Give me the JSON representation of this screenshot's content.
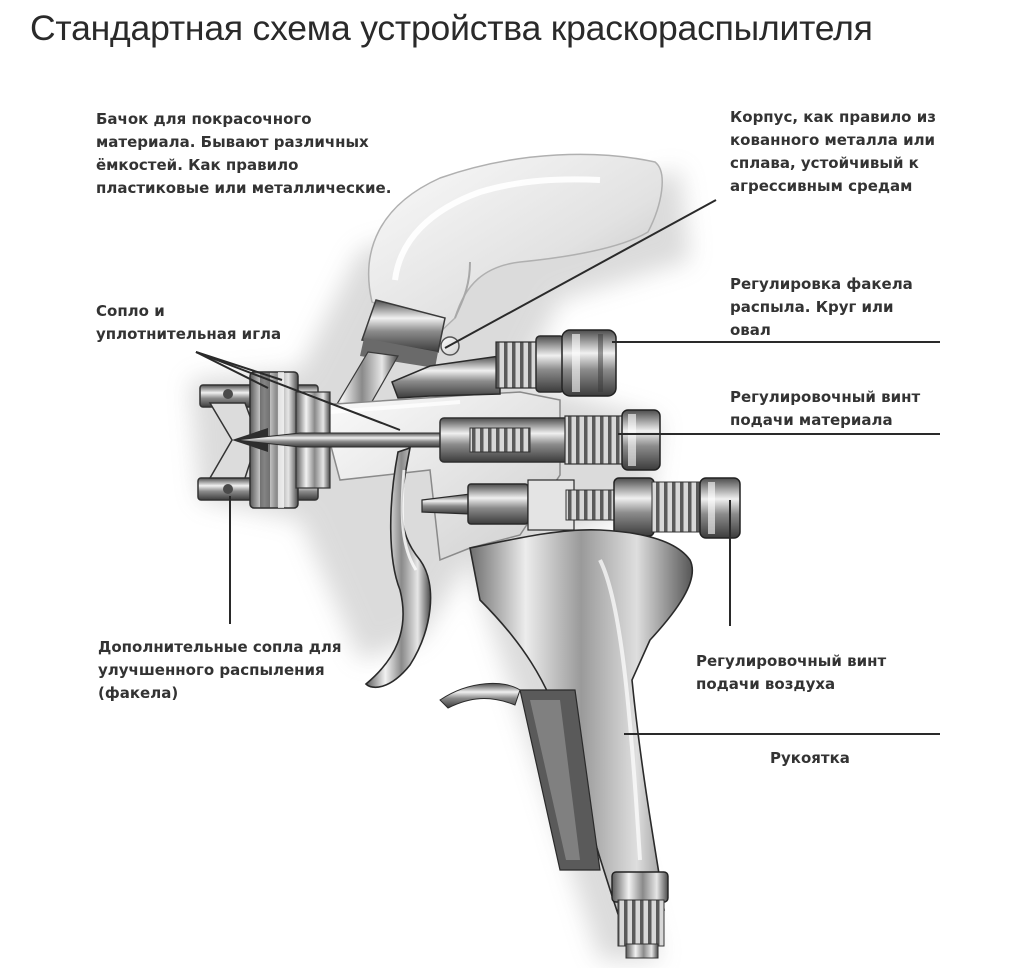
{
  "title": "Стандартная схема устройства краскораспылителя",
  "labels": {
    "tank": [
      "Бачок для покрасочного",
      "материала. Бывают различных",
      "ёмкостей. Как правило",
      "пластиковые или металлические."
    ],
    "body": [
      "Корпус, как правило из",
      "кованного металла или",
      "сплава, устойчивый к",
      "агрессивным средам"
    ],
    "nozzle_needle": [
      "Сопло и",
      "уплотнительная игла"
    ],
    "spray_adjust": [
      "Регулировка факела",
      "распыла. Круг или",
      "овал"
    ],
    "material_screw": [
      "Регулировочный винт",
      "подачи материала"
    ],
    "extra_nozzles": [
      "Дополнительные сопла для",
      "улучшенного распыления",
      "(факела)"
    ],
    "air_screw": [
      "Регулировочный винт",
      "подачи воздуха"
    ],
    "handle": [
      "Рукоятка"
    ]
  }
}
